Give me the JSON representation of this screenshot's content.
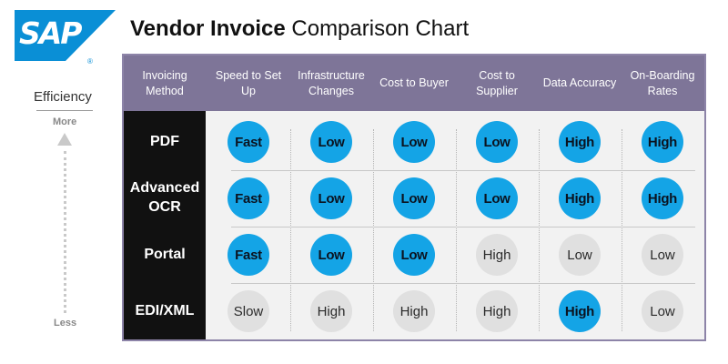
{
  "logo": {
    "text": "SAP",
    "registered": "®"
  },
  "title": {
    "bold": "Vendor Invoice",
    "light": " Comparison Chart"
  },
  "efficiency": {
    "label": "Efficiency",
    "more": "More",
    "less": "Less"
  },
  "colors": {
    "header": "#7e7598",
    "highlight": "#14a4e6",
    "neutral": "#e0e0e0",
    "row_label_bg": "#111111",
    "logo": "#0a8fd6"
  },
  "table": {
    "columns": [
      "Invoicing Method",
      "Speed to Set Up",
      "Infrastructure Changes",
      "Cost to Buyer",
      "Cost to Supplier",
      "Data Accuracy",
      "On-Boarding Rates"
    ],
    "rows": [
      {
        "method": "PDF",
        "values": [
          "Fast",
          "Low",
          "Low",
          "Low",
          "High",
          "High"
        ],
        "highlighted": [
          true,
          true,
          true,
          true,
          true,
          true
        ]
      },
      {
        "method": "Advanced OCR",
        "values": [
          "Fast",
          "Low",
          "Low",
          "Low",
          "High",
          "High"
        ],
        "highlighted": [
          true,
          true,
          true,
          true,
          true,
          true
        ]
      },
      {
        "method": "Portal",
        "values": [
          "Fast",
          "Low",
          "Low",
          "High",
          "Low",
          "Low"
        ],
        "highlighted": [
          true,
          true,
          true,
          false,
          false,
          false
        ]
      },
      {
        "method": "EDI/XML",
        "values": [
          "Slow",
          "High",
          "High",
          "High",
          "High",
          "Low"
        ],
        "highlighted": [
          false,
          false,
          false,
          false,
          true,
          false
        ]
      }
    ]
  }
}
